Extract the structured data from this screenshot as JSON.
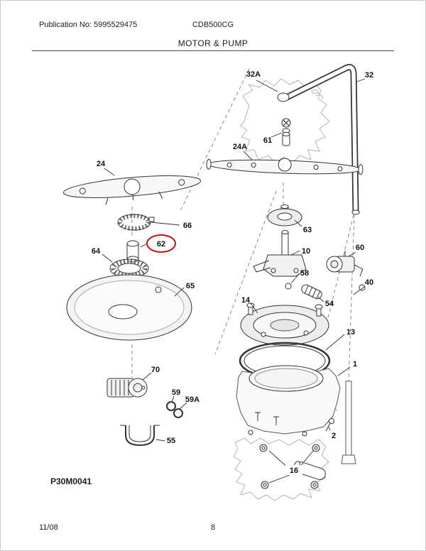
{
  "header": {
    "publication": "Publication No: 5995529475",
    "model": "CDB500CG",
    "title": "MOTOR & PUMP"
  },
  "diagram": {
    "code": "P30M0041",
    "highlight_color": "#cc1111",
    "highlighted_part": "62"
  },
  "parts": [
    {
      "label": "32A"
    },
    {
      "label": "32"
    },
    {
      "label": "61"
    },
    {
      "label": "24A"
    },
    {
      "label": "24"
    },
    {
      "label": "66"
    },
    {
      "label": "62"
    },
    {
      "label": "63"
    },
    {
      "label": "10"
    },
    {
      "label": "60"
    },
    {
      "label": "64"
    },
    {
      "label": "58"
    },
    {
      "label": "40"
    },
    {
      "label": "54"
    },
    {
      "label": "65"
    },
    {
      "label": "14"
    },
    {
      "label": "13"
    },
    {
      "label": "1"
    },
    {
      "label": "70"
    },
    {
      "label": "59"
    },
    {
      "label": "59A"
    },
    {
      "label": "55"
    },
    {
      "label": "2"
    },
    {
      "label": "16"
    }
  ],
  "footer": {
    "date": "11/08",
    "page": "8"
  }
}
